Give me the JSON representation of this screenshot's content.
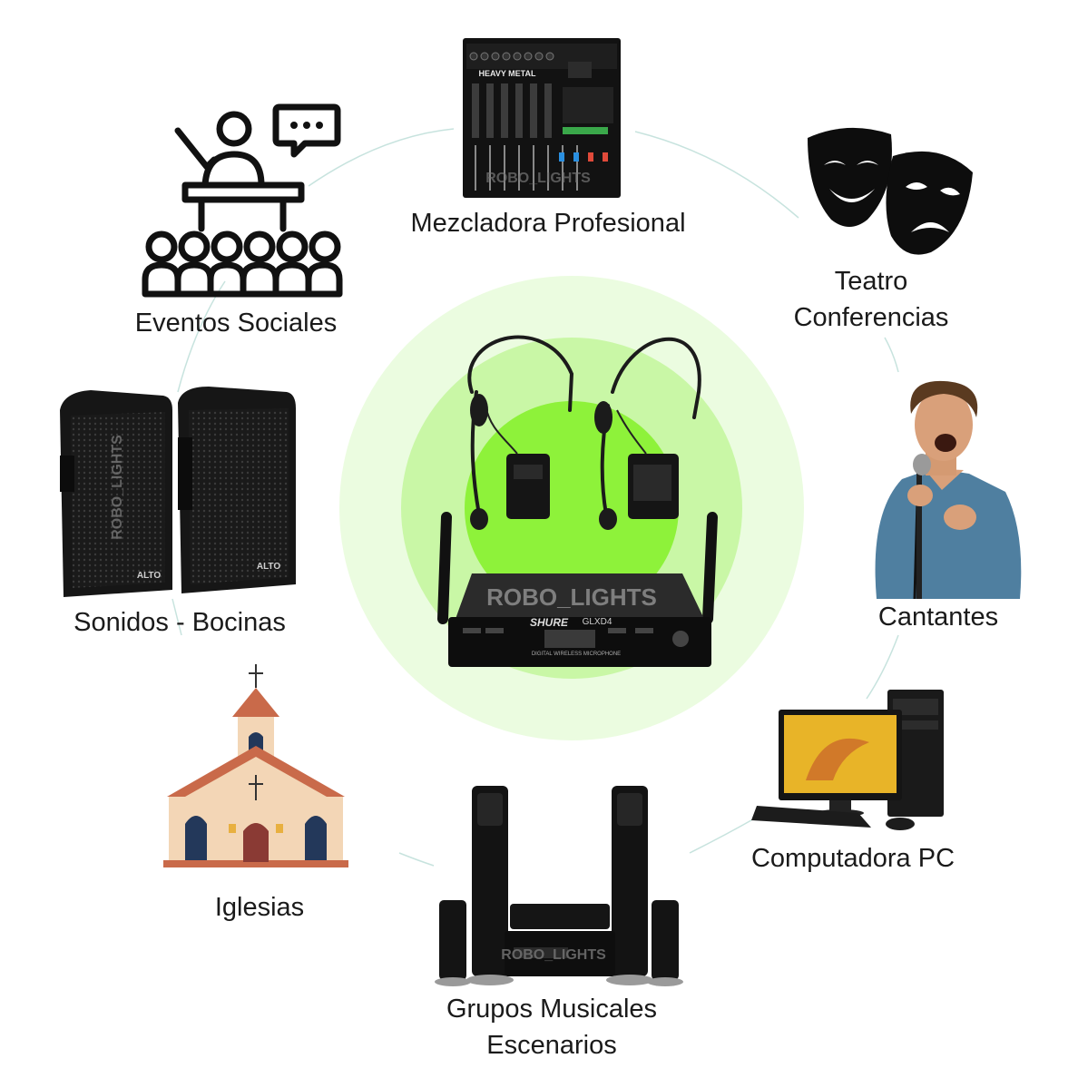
{
  "colors": {
    "glow_outer": "#ebfce0",
    "glow_mid": "#c9f7a6",
    "glow_inner": "#8ef23a",
    "connector": "#c7e3de",
    "icon_dark": "#111111",
    "church_roof": "#c96a4a",
    "church_wall": "#f3d6b6"
  },
  "center": {
    "product_icon": "wireless-headset-microphone-receiver-icon",
    "brand": "SHURE",
    "model": "GLXD4",
    "watermark": "ROBO_LIGHTS",
    "panel_text": "DIGITAL WIRELESS MICROPHONE"
  },
  "mixer": {
    "icon": "audio-mixer-icon",
    "brand": "HEAVY METAL",
    "watermark": "ROBO_LIGHTS",
    "label": "Mezcladora Profesional"
  },
  "eventos": {
    "icon": "speaker-podium-audience-icon",
    "label": "Eventos Sociales"
  },
  "teatro": {
    "icon": "theater-masks-icon",
    "lines": [
      "Teatro",
      "Conferencias"
    ]
  },
  "bocinas": {
    "icon": "pa-speakers-icon",
    "brand": "ALTO",
    "watermark": "ROBO_LIGHTS",
    "label": "Sonidos - Bocinas"
  },
  "cantantes": {
    "icon": "singer-with-microphone-icon",
    "label": "Cantantes"
  },
  "iglesias": {
    "icon": "church-icon",
    "label": "Iglesias"
  },
  "pc": {
    "icon": "desktop-computer-icon",
    "label": "Computadora PC"
  },
  "grupos": {
    "icon": "home-theater-speakers-icon",
    "watermark": "ROBO_LIGHTS",
    "lines": [
      "Grupos Musicales",
      "Escenarios"
    ]
  }
}
